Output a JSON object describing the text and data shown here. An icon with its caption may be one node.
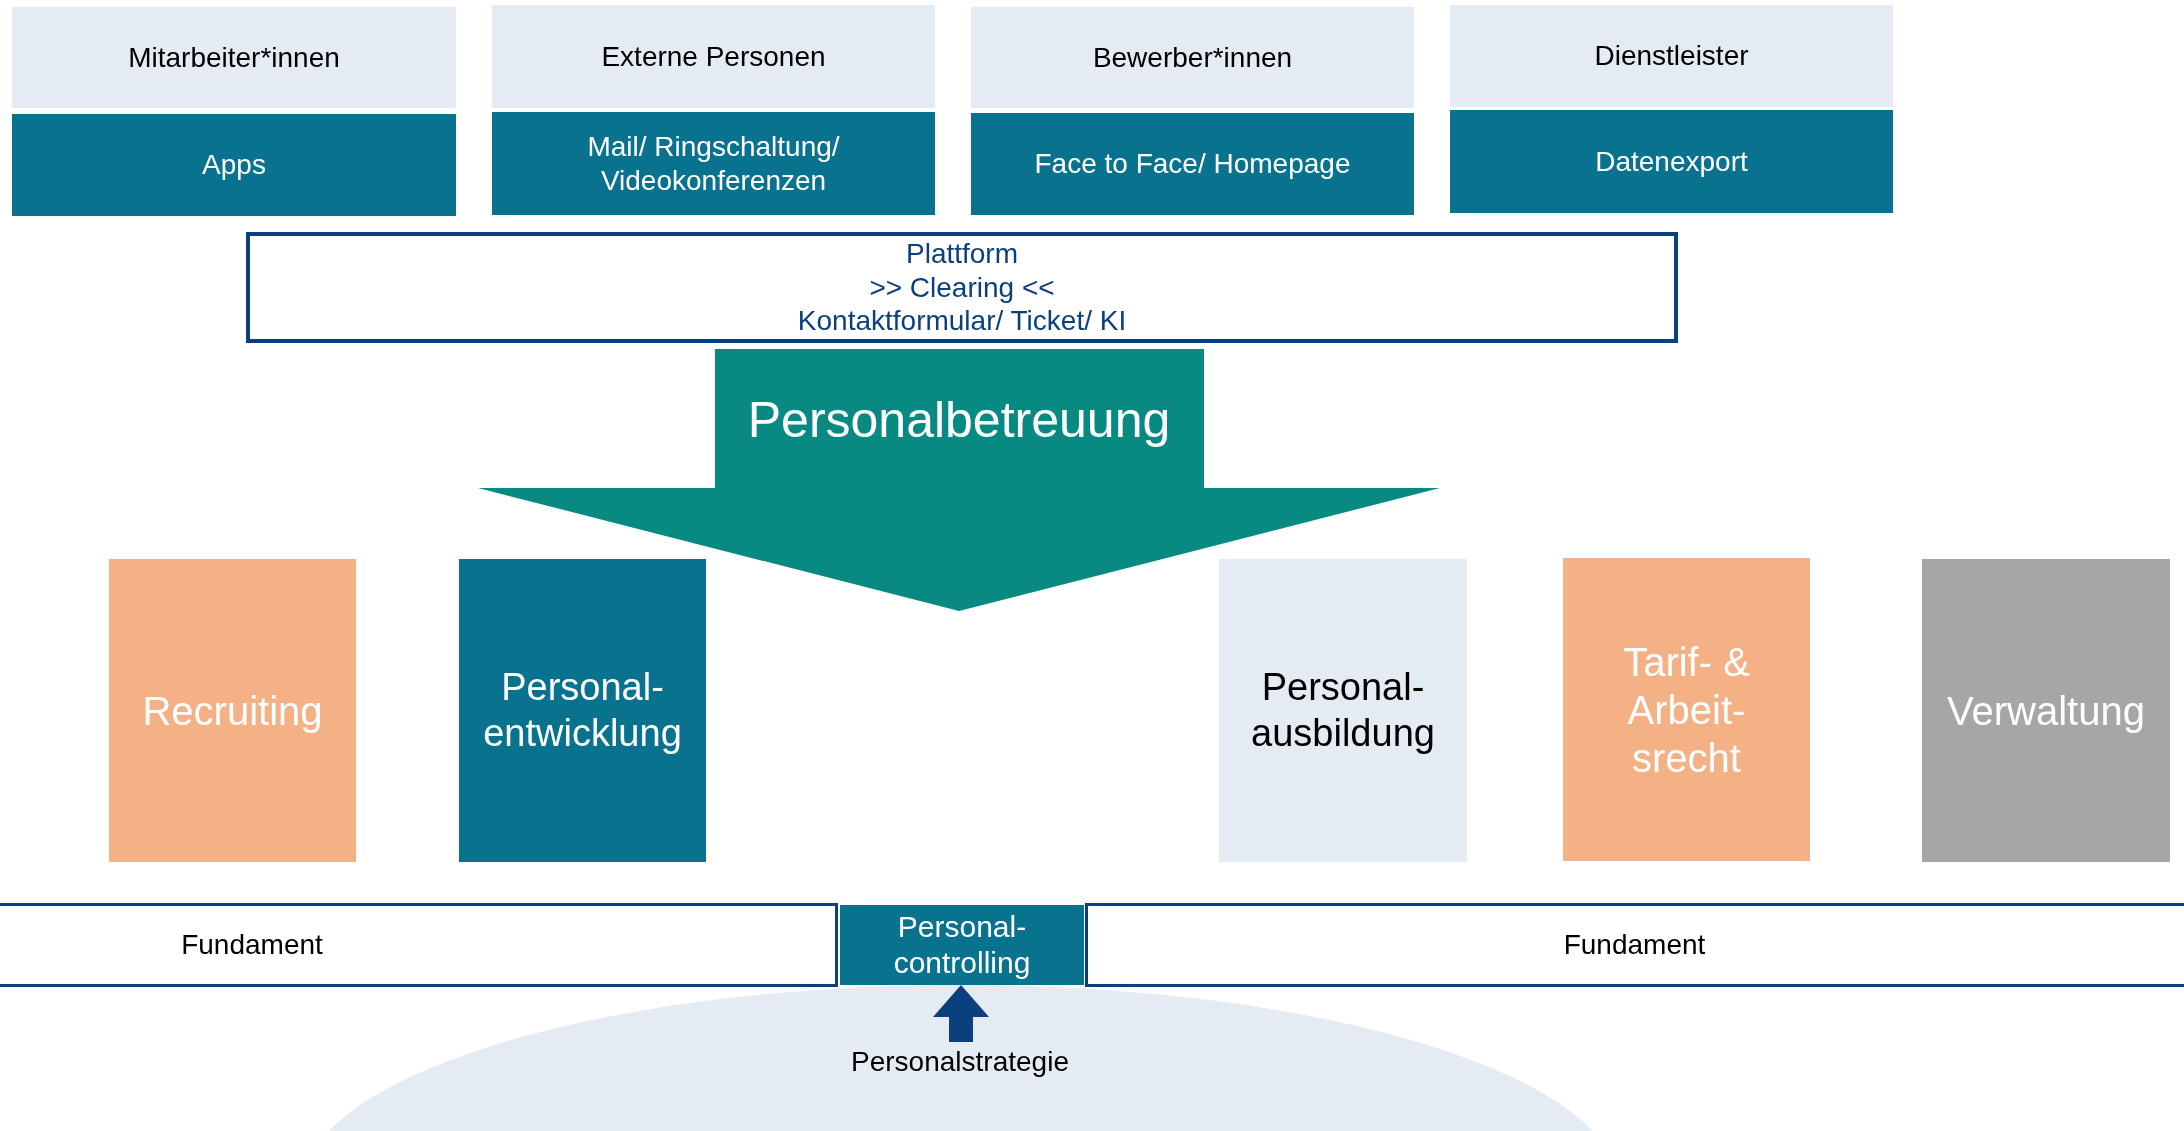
{
  "diagram": {
    "nodes": [
      {
        "text": [
          "Mitarbeiter*innen"
        ]
      },
      {
        "text": [
          "Apps"
        ]
      },
      {
        "text": [
          "Externe Personen"
        ]
      },
      {
        "text": [
          "Mail/ Ringschaltung/ Videokonferenzen"
        ]
      },
      {
        "text": [
          "Bewerber*innen"
        ]
      },
      {
        "text": [
          "Face to Face/ Homepage"
        ]
      },
      {
        "text": [
          "Dienstleister"
        ]
      },
      {
        "text": [
          "Datenexport"
        ]
      },
      {
        "text": [
          "Plattform",
          ">> Clearing <<",
          "Kontaktformular/ Ticket/ KI"
        ]
      },
      {
        "text": [
          "Personalbetreuung"
        ]
      },
      {
        "text": [
          "Recruiting"
        ]
      },
      {
        "text": [
          "Personal- entwicklung"
        ]
      },
      {
        "text": [
          "Personal- ausbildung"
        ]
      },
      {
        "text": [
          "Tarif- & Arbeit- srecht"
        ]
      },
      {
        "text": [
          "Verwaltung"
        ]
      },
      {
        "text": [
          "Fundament"
        ]
      },
      {
        "text": [
          "Personal- controlling"
        ]
      },
      {
        "text": [
          "Fundament"
        ]
      },
      {
        "text": [
          "Personalstrategie"
        ]
      }
    ],
    "edges": [
      {
        "from": 18,
        "to": 16,
        "arrow": "to"
      }
    ]
  }
}
